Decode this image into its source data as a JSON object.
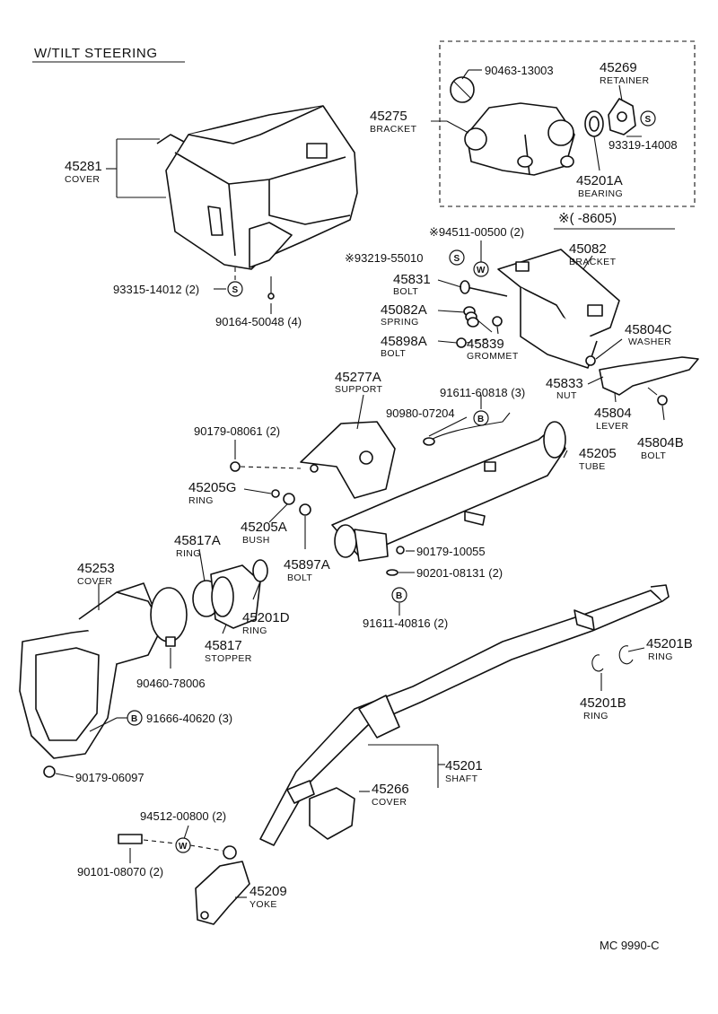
{
  "title": "W/TILT STEERING",
  "period_note": "※(      -8605)",
  "code": "MC  9990-C",
  "labels": {
    "p90463": "90463-13003",
    "p45269": "45269",
    "p45269n": "RETAINER",
    "p45275": "45275",
    "p45275n": "BRACKET",
    "p93319": "93319-14008",
    "p45201A": "45201A",
    "p45201An": "BEARING",
    "p45281": "45281",
    "p45281n": "COVER",
    "p93315": "93315-14012 (2)",
    "p90164": "90164-50048 (4)",
    "p94511": "※94511-00500 (2)",
    "p93219": "※93219-55010",
    "p45082": "45082",
    "p45082n": "BRACKET",
    "p45831": "45831",
    "p45831n": "BOLT",
    "p45082A": "45082A",
    "p45082An": "SPRING",
    "p45898A": "45898A",
    "p45898An": "BOLT",
    "p45839": "45839",
    "p45839n": "GROMMET",
    "p45804C": "45804C",
    "p45804Cn": "WASHER",
    "p45833": "45833",
    "p45833n": "NUT",
    "p45804": "45804",
    "p45804n": "LEVER",
    "p45804B": "45804B",
    "p45804Bn": "BOLT",
    "p45277A": "45277A",
    "p45277An": "SUPPORT",
    "p91611a": "91611-60818 (3)",
    "p90980": "90980-07204",
    "p90179a": "90179-08061 (2)",
    "p45205": "45205",
    "p45205n": "TUBE",
    "p45205G": "45205G",
    "p45205Gn": "RING",
    "p45205A": "45205A",
    "p45205An": "BUSH",
    "p45817A": "45817A",
    "p45817An": "RING",
    "p45897A": "45897A",
    "p45897An": "BOLT",
    "p90179b": "90179-10055",
    "p90201": "90201-08131 (2)",
    "p45253": "45253",
    "p45253n": "COVER",
    "p45201D": "45201D",
    "p45201Dn": "RING",
    "p45817": "45817",
    "p45817n": "STOPPER",
    "p91611b": "91611-40816 (2)",
    "p90460": "90460-78006",
    "p45201Ba": "45201B",
    "p45201Ban": "RING",
    "p45201Bb": "45201B",
    "p45201Bbn": "RING",
    "p91666": "91666-40620 (3)",
    "p90179c": "90179-06097",
    "p45201": "45201",
    "p45201n": "SHAFT",
    "p45266": "45266",
    "p45266n": "COVER",
    "p94512": "94512-00800 (2)",
    "p90101": "90101-08070 (2)",
    "p45209": "45209",
    "p45209n": "YOKE"
  },
  "symbols": {
    "s": "S",
    "w": "W",
    "b": "B"
  }
}
